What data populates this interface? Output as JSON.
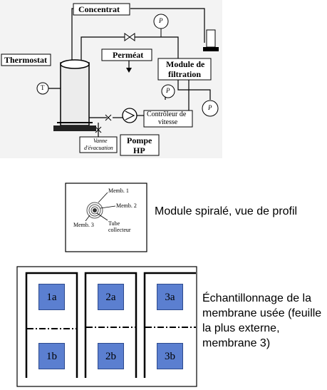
{
  "process_diagram": {
    "labels": {
      "concentrat": "Concentrat",
      "thermostat": "Thermostat",
      "permeat": "Perméat",
      "module_filtration_l1": "Module de",
      "module_filtration_l2": "filtration",
      "controleur_l1": "Contrôleur de",
      "controleur_l2": "vitesse",
      "pompe_l1": "Pompe",
      "pompe_l2": "HP",
      "vanne_l1": "Vanne",
      "vanne_l2": "d'évacuation",
      "temp_symbol": "T",
      "pressure_symbol": "P"
    }
  },
  "spiral_module": {
    "labels": {
      "memb1": "Memb. 1",
      "memb2": "Memb. 2",
      "memb3": "Memb. 3",
      "tube_l1": "Tube",
      "tube_l2": "collecteur"
    },
    "caption": "Module spiralé, vue de profil"
  },
  "sampling": {
    "cells_top": [
      "1a",
      "2a",
      "3a"
    ],
    "cells_bottom": [
      "1b",
      "2b",
      "3b"
    ],
    "caption_lines": [
      "Échantillonnage de la",
      "membrane usée (feuille",
      "la plus externe,",
      "membrane 3)"
    ]
  }
}
